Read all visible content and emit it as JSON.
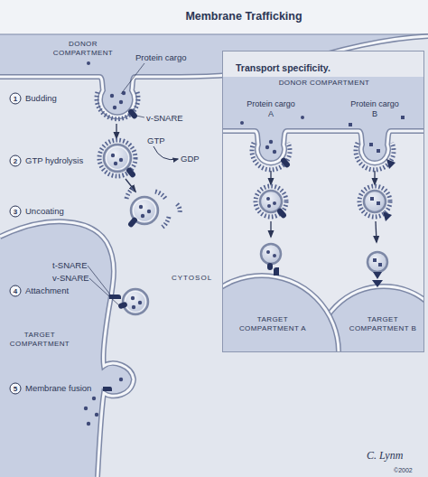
{
  "diagram": {
    "title": "Membrane Trafficking",
    "nodes": [
      {
        "text": [
          "DONOR COMPARTMENT"
        ]
      },
      {
        "text": [
          "Transport specificity."
        ]
      },
      {
        "text": [
          "DONOR COMPARTMENT"
        ],
        "in": 1
      },
      {
        "text": [
          "TARGET COMPARTMENT A"
        ],
        "in": 1
      },
      {
        "text": [
          "TARGET COMPARTMENT B"
        ],
        "in": 1
      },
      {
        "text": [
          "TARGET COMPARTMENT"
        ]
      }
    ],
    "labels": [
      "Protein cargo",
      "1",
      "Budding",
      "v-SNARE",
      "2",
      "GTP hydrolysis",
      "GTP",
      "GDP",
      "3",
      "Uncoating",
      "t-SNARE",
      "v-SNARE",
      "4",
      "Attachment",
      "CYTOSOL",
      "5",
      "Membrane fusion",
      "Protein cargo A",
      "Protein cargo B",
      "C. Lynm",
      "©2002"
    ]
  }
}
